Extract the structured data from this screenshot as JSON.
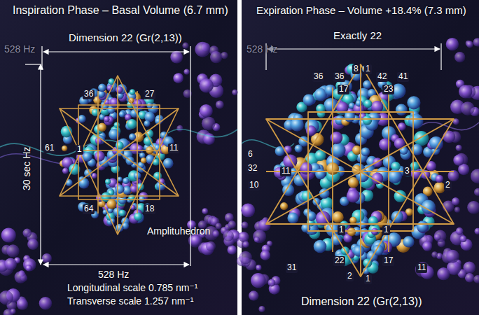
{
  "diagram": {
    "labels": [
      "Inspiration Phase – Basal Volume (6.7 mm)",
      "Dimension 22 (Gr(2,13))",
      "528 Hz",
      "30 sec Hz",
      "36",
      "27",
      "61",
      "1",
      "11",
      "64",
      "18",
      "Amplituhedron",
      "528 Hz",
      "Longitudinal scale 0.785 nm⁻¹",
      "Transverse scale 1.257 nm⁻¹",
      "Expiration Phase – Volume +18.4% (7.3 mm)",
      "528 Hz",
      "Exactly 22",
      "36",
      "36",
      "8",
      "1",
      "42",
      "41",
      "17",
      "23",
      "6",
      "32",
      "10",
      "11",
      "3",
      "2",
      "1",
      "1",
      "31",
      "22",
      "17",
      "11",
      "2",
      "1",
      "Dimension 22 (Gr(2,13))"
    ]
  }
}
